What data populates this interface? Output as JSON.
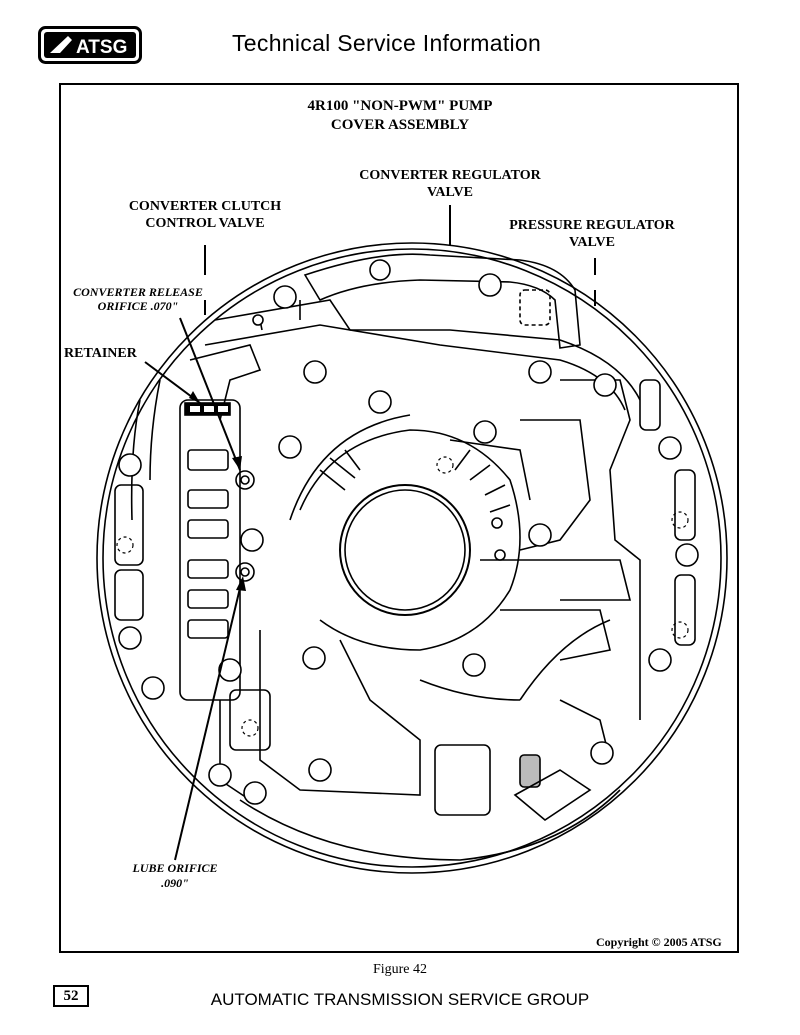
{
  "header": {
    "logo_text": "ATSG",
    "title": "Technical Service Information"
  },
  "diagram": {
    "title_line1": "4R100 \"NON-PWM\" PUMP",
    "title_line2": "COVER ASSEMBLY",
    "labels": {
      "converter_regulator_1": "CONVERTER REGULATOR",
      "converter_regulator_2": "VALVE",
      "converter_clutch_1": "CONVERTER CLUTCH",
      "converter_clutch_2": "CONTROL VALVE",
      "pressure_regulator_1": "PRESSURE REGULATOR",
      "pressure_regulator_2": "VALVE",
      "release_orifice_1": "CONVERTER RELEASE",
      "release_orifice_2": "ORIFICE .070\"",
      "retainer": "RETAINER",
      "lube_orifice_1": "LUBE ORIFICE",
      "lube_orifice_2": ".090\""
    },
    "copyright": "Copyright © 2005 ATSG"
  },
  "figure_caption": "Figure 42",
  "footer": {
    "page_number": "52",
    "title": "AUTOMATIC TRANSMISSION SERVICE GROUP"
  }
}
